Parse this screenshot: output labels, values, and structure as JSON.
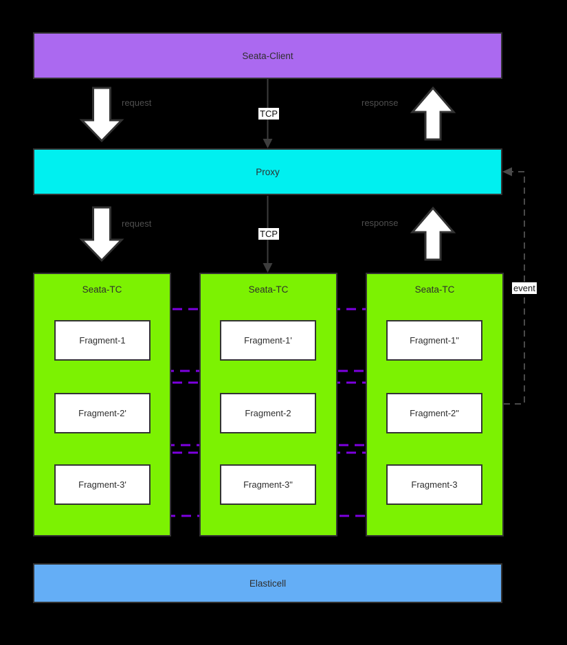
{
  "diagram": {
    "title_hint": "Seata proxy sharding architecture",
    "nodes": {
      "seata_client": {
        "label": "Seata-Client",
        "color": "#ab69f0"
      },
      "proxy": {
        "label": "Proxy",
        "color": "#00f0f0"
      },
      "seata_tc": {
        "label": "Seata-TC",
        "color": "#7cf202",
        "instances": 3
      },
      "elasticell": {
        "label": "Elasticell",
        "color": "#64aef6"
      }
    },
    "fragments": {
      "rows": [
        [
          "Fragment-1",
          "Fragment-1'",
          "Fragment-1\""
        ],
        [
          "Fragment-2'",
          "Fragment-2",
          "Fragment-2\""
        ],
        [
          "Fragment-3'",
          "Fragment-3\"",
          "Fragment-3"
        ]
      ]
    },
    "edges": {
      "request_label": "request",
      "response_label": "response",
      "tcp_label": "TCP",
      "event_label": "event"
    },
    "colors": {
      "background": "#000000",
      "box_border": "#333333",
      "fragment_group_dash": "#7d00e0",
      "connector_line": "#3d3d3d",
      "event_dash": "#4a4a4a",
      "edge_label_text": "#4f4f4f",
      "arrow_fill": "#ffffff"
    }
  }
}
